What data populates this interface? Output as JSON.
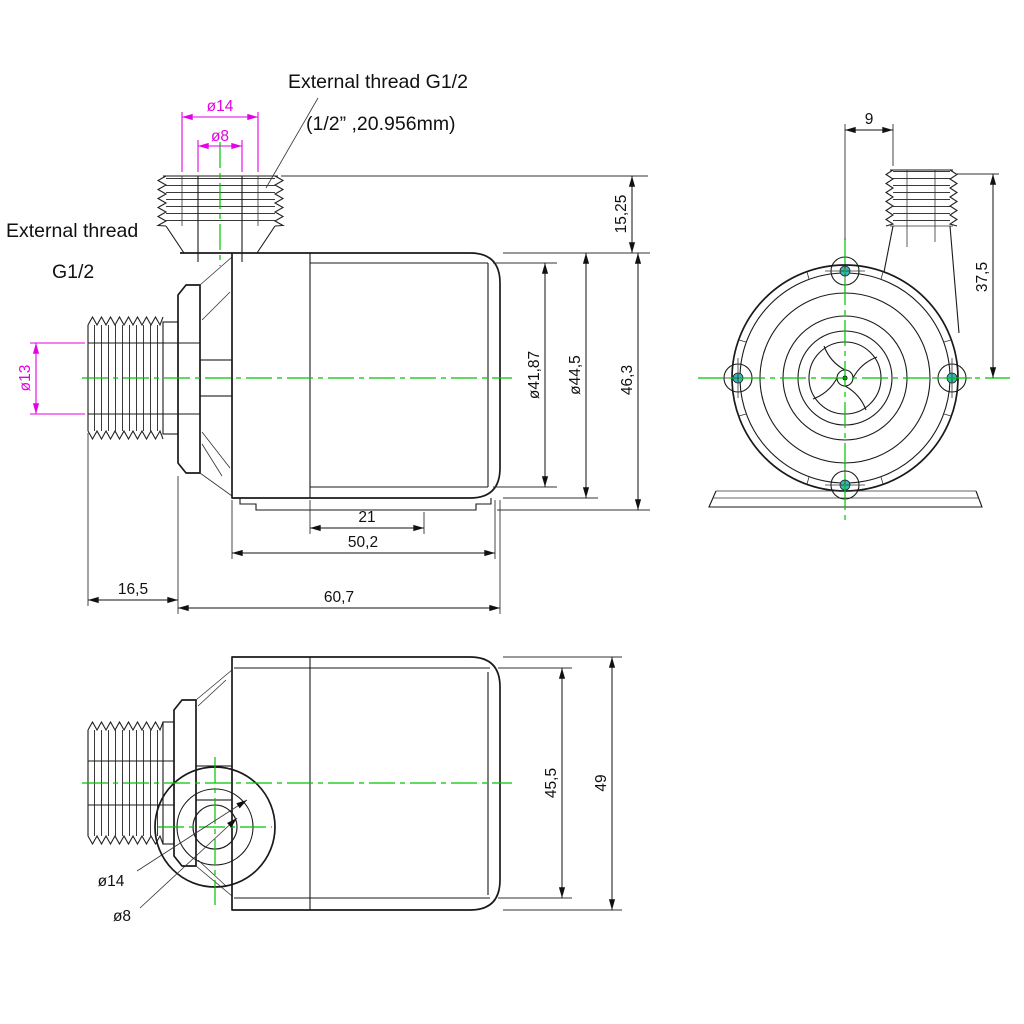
{
  "drawing": {
    "annotations": {
      "top_port_label": "External thread G1/2",
      "top_port_spec": "(1/2” ,20.956mm)",
      "left_port_label_line1": "External thread",
      "left_port_label_line2": "G1/2"
    },
    "side_view": {
      "dim_top_port_thread_od": "ø14",
      "dim_top_port_bore": "ø8",
      "dim_left_port_bore": "ø13",
      "dim_thread_height": "15,25",
      "dim_body_inner_diameter": "ø41,87",
      "dim_body_outer_diameter": "ø44,5",
      "dim_overall_height": "46,3",
      "dim_foot_spacing": "21",
      "dim_body_length": "50,2",
      "dim_overall_length": "60,7",
      "dim_left_port_length": "16,5"
    },
    "front_view": {
      "dim_port_offset": "9",
      "dim_port_top_to_axis": "37,5"
    },
    "bottom_view": {
      "dim_body_width": "45,5",
      "dim_overall_width": "49",
      "dim_bottom_port_od": "ø14",
      "dim_bottom_port_bore": "ø8"
    },
    "colors": {
      "outline": "#1a1a1a",
      "dimension": "#111111",
      "magenta": "#e600e6",
      "centerline": "#00c400",
      "screw_dot": "#35b8b8"
    }
  }
}
